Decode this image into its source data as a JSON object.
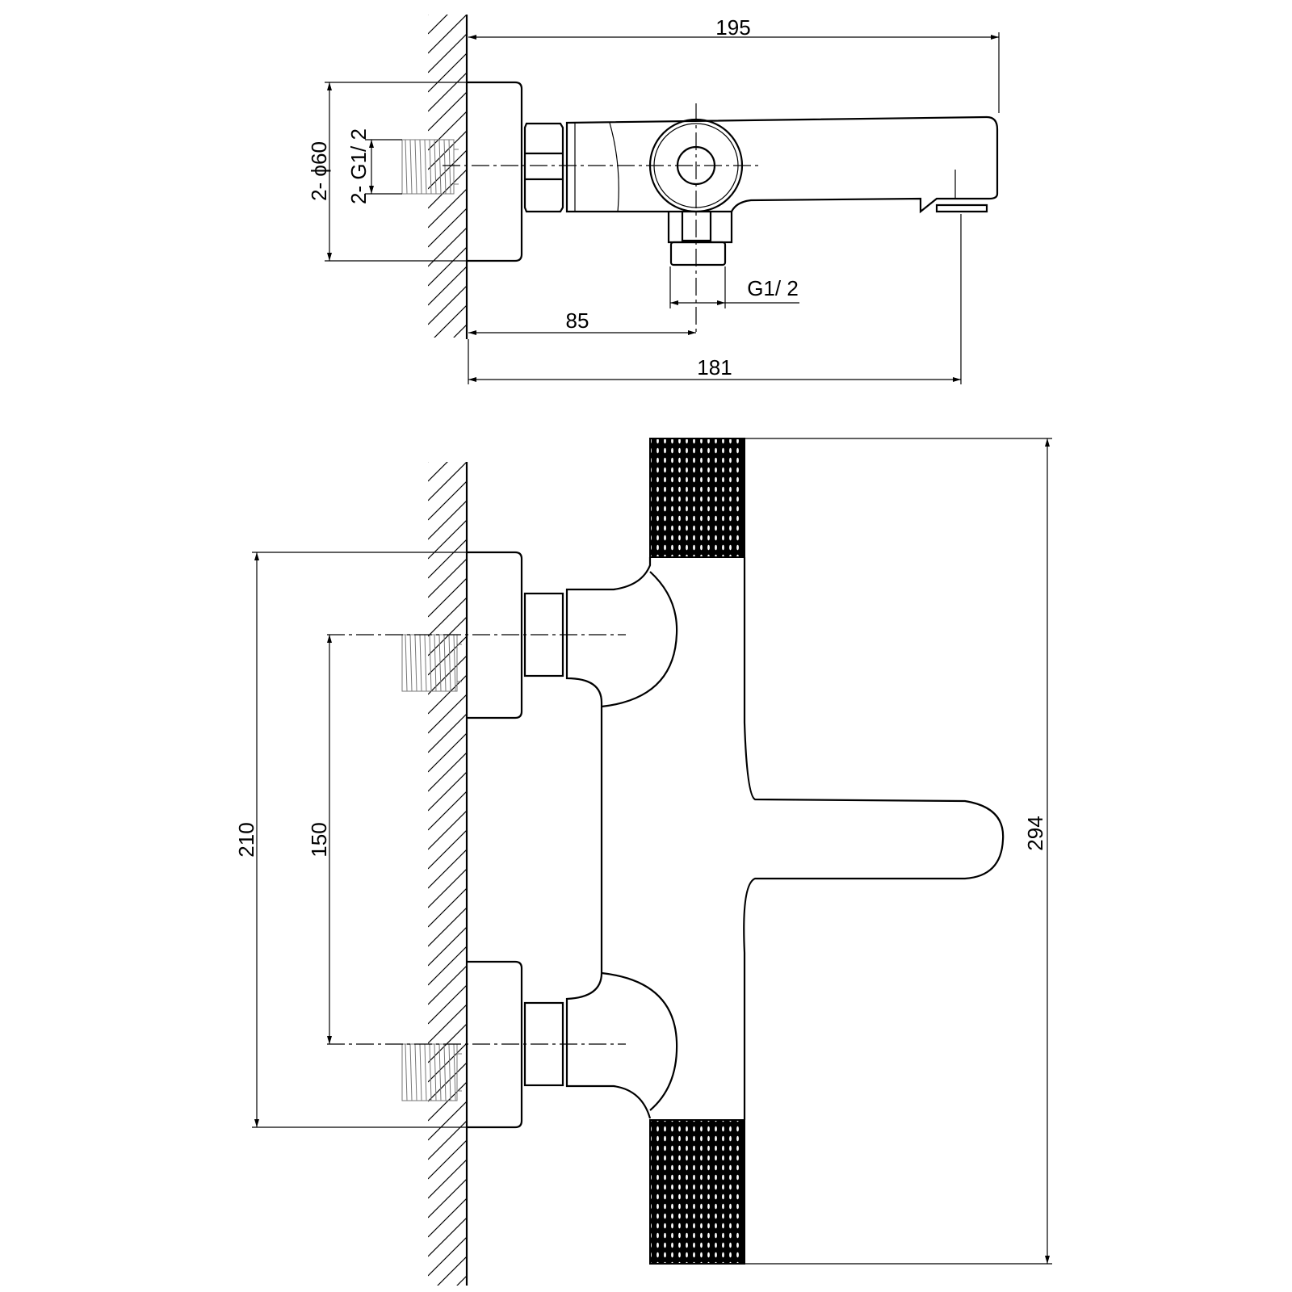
{
  "title": "Bath mixer dimension drawing",
  "top_view": {
    "dims": {
      "overall_length": "195",
      "flange_diameter": "2- ϕ60",
      "inlet_thread": "2- G1/ 2",
      "outlet_thread": "G1/ 2",
      "diverter_offset": "85",
      "spout_offset": "181"
    }
  },
  "front_view": {
    "dims": {
      "flange_span": "210",
      "inlet_centers": "150",
      "body_height": "294"
    }
  },
  "colors": {
    "line": "#000000",
    "thread": "#777777",
    "background": "#ffffff"
  }
}
